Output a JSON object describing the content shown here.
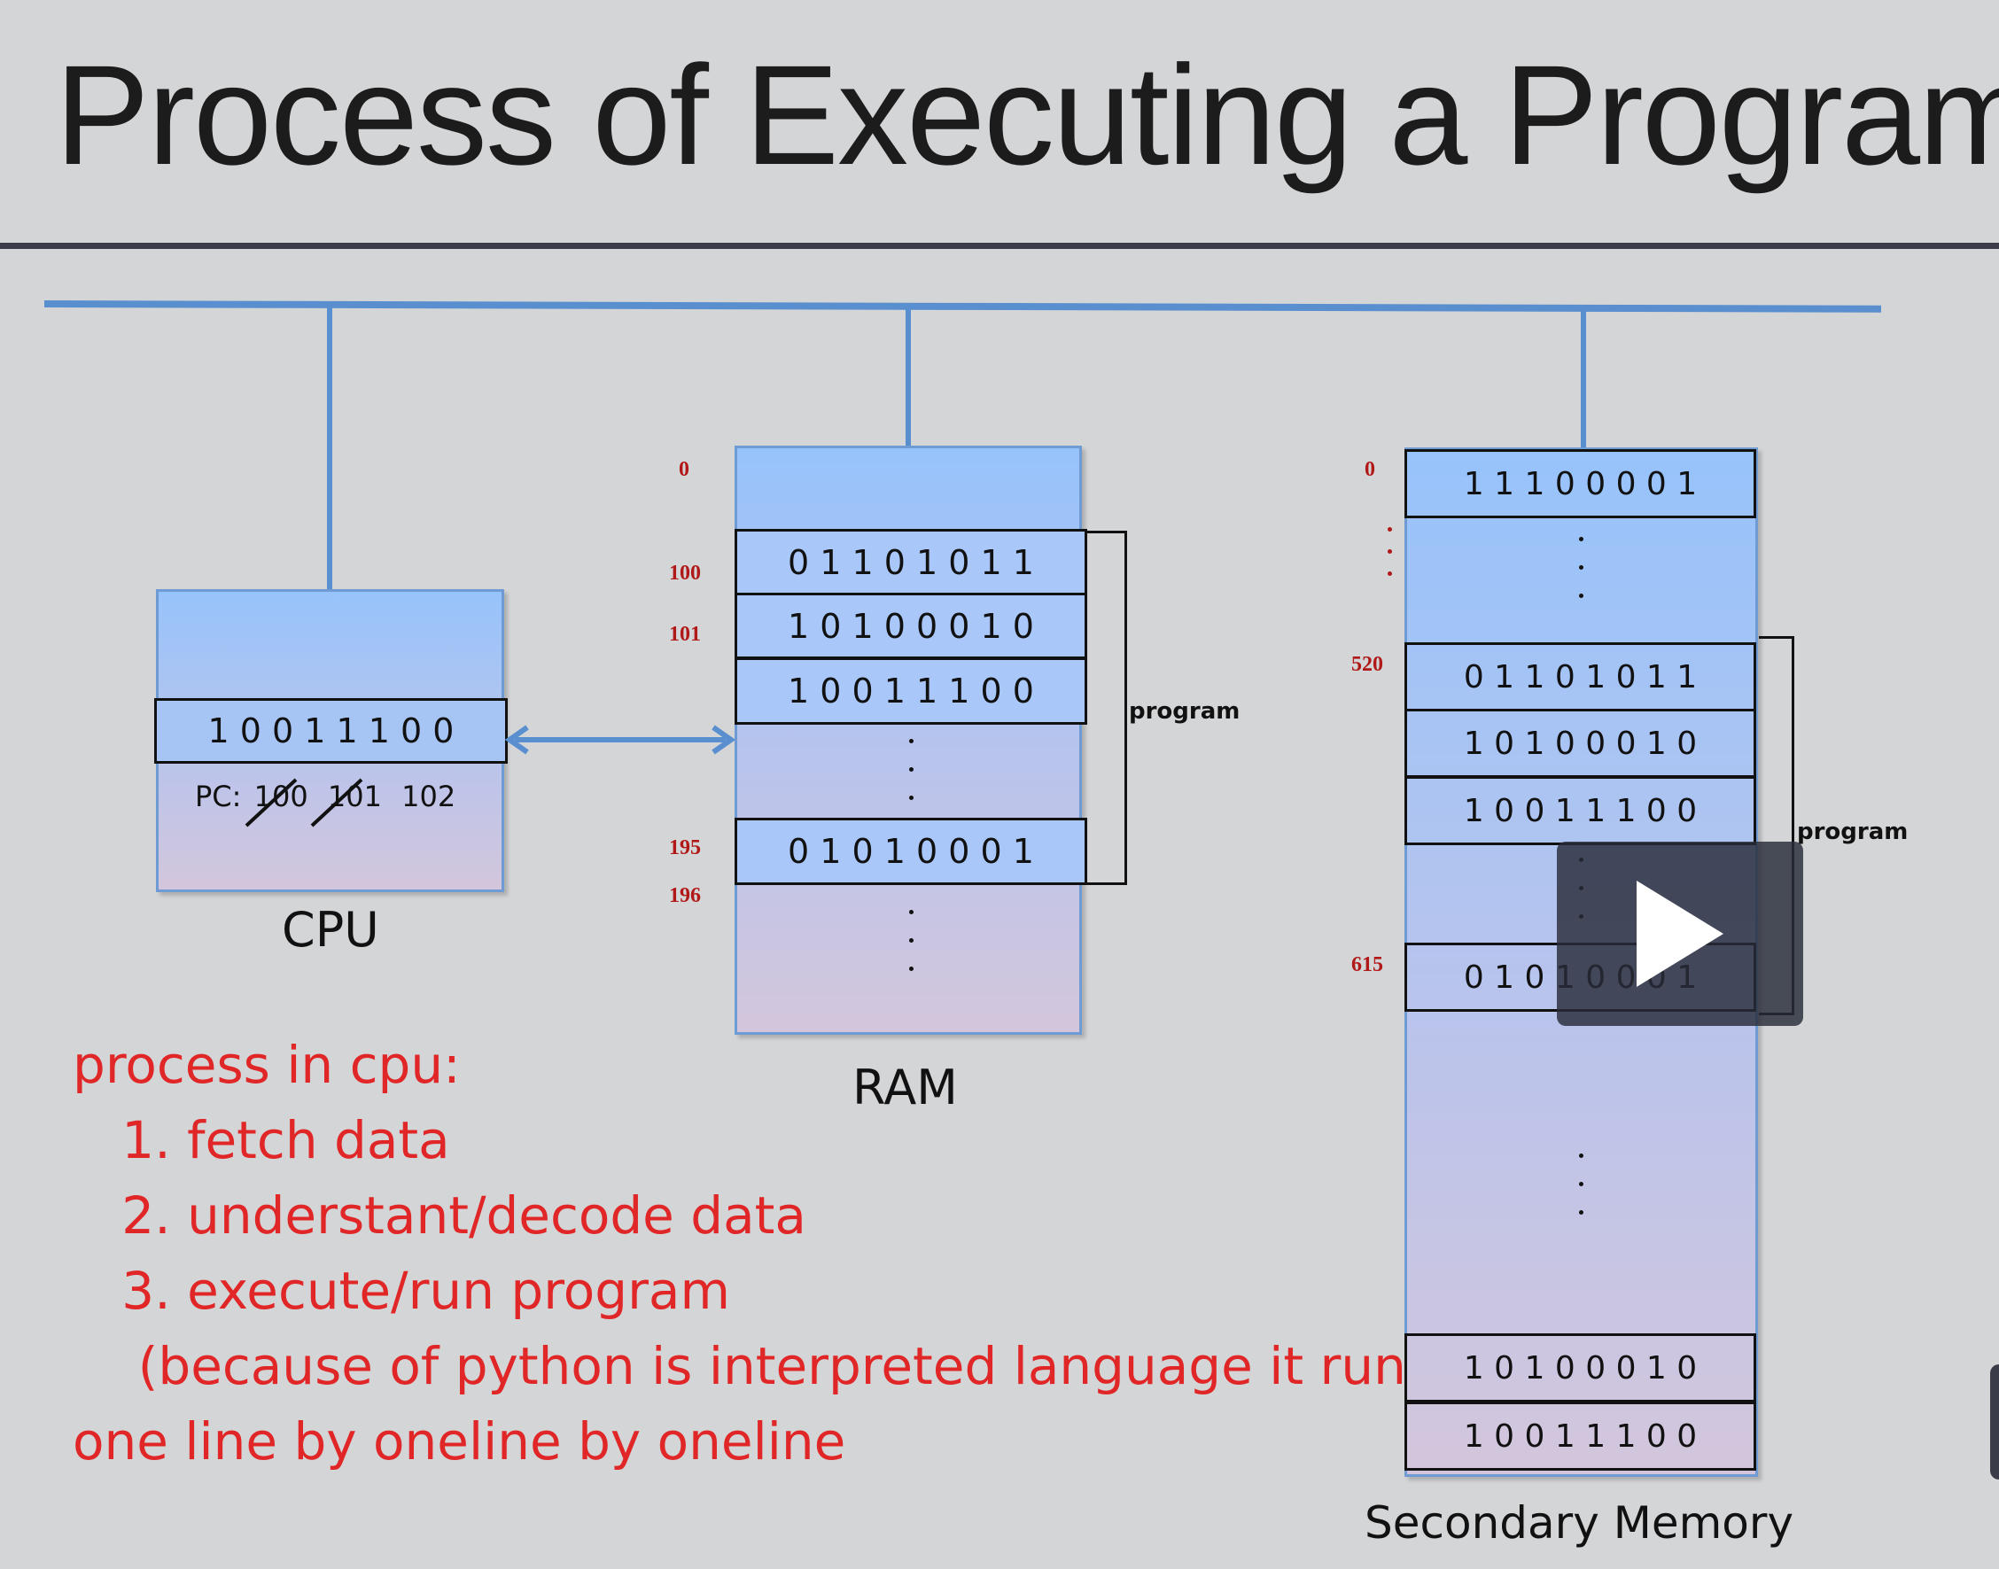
{
  "slide": {
    "title": "Process of Executing a Program"
  },
  "cpu": {
    "register": "1 0 0 1 1 1 0 0",
    "pc_prefix": "PC:",
    "pc_old1": "100",
    "pc_old2": "101",
    "pc_current": "102",
    "label": "CPU"
  },
  "ram": {
    "label": "RAM",
    "addr_0": "0",
    "addr_100": "100",
    "addr_101": "101",
    "addr_195": "195",
    "addr_196": "196",
    "cells": [
      "0 1 1 0 1 0 1 1",
      "1 0 1 0 0 0 1 0",
      "1 0 0 1 1 1 0 0",
      "0 1 0 1 0 0 0 1"
    ],
    "program_label": "program"
  },
  "secondary": {
    "label": "Secondary Memory",
    "addr_0": "0",
    "addr_520": "520",
    "addr_615": "615",
    "cells": [
      "1 1 1 0 0 0 0 1",
      "0 1 1 0 1 0 1 1",
      "1 0 1 0 0 0 1 0",
      "1 0 0 1 1 1 0 0",
      "0 1 0 1 0 0 0 1",
      "1 0 1 0 0 0 1 0",
      "1 0 0 1 1 1 0 0"
    ],
    "program_label": "program"
  },
  "notes": {
    "line1": "process in cpu:",
    "line2": "   1. fetch data",
    "line3": "   2. understant/decode data",
    "line4": "   3. execute/run program",
    "line5": "    (because of python is interpreted language it run",
    "line6": "one line by oneline by oneline"
  },
  "video": {
    "play_icon": "play-icon"
  },
  "colors": {
    "bus": "#5a8fcf",
    "notes": "#e02626",
    "address": "#b11818"
  }
}
